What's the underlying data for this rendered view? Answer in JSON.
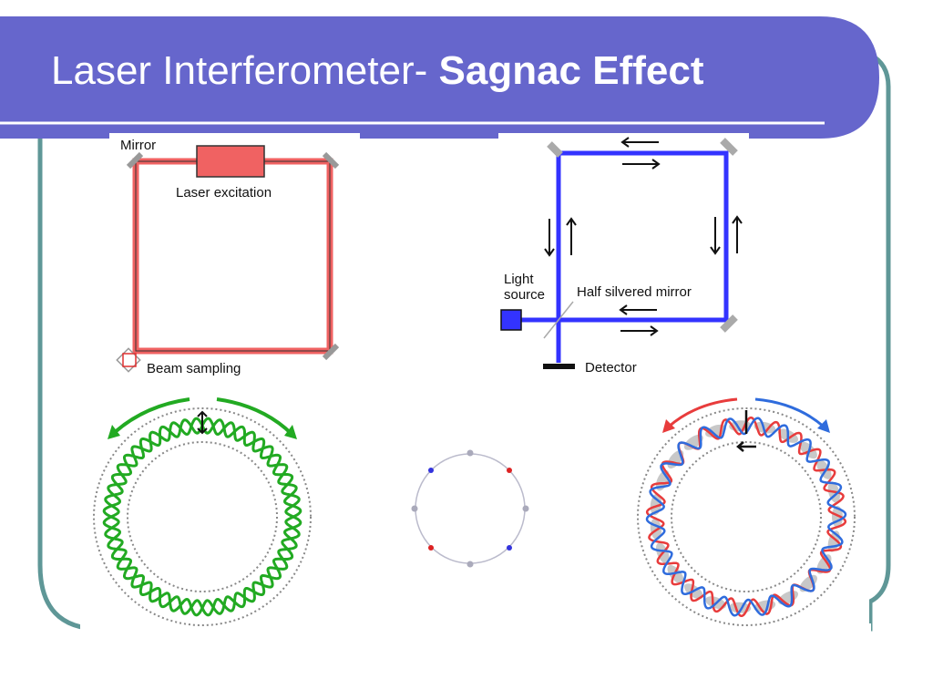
{
  "slide": {
    "title_regular": "Laser Interferometer- ",
    "title_bold": "Sagnac Effect"
  },
  "ring_laser": {
    "mirror_label": "Mirror",
    "laser_label": "Laser excitation",
    "sampling_label": "Beam sampling"
  },
  "fiber_sagnac": {
    "light_source_label": "Light source",
    "light_source_line1": "Light",
    "light_source_line2": "source",
    "mirror_label": "Half silvered mirror",
    "detector_label": "Detector"
  },
  "colors": {
    "title_bar": "#6666cc",
    "frame": "#5f9797",
    "laser_red": "#f06262",
    "beam_blue": "#3333ff",
    "wave_green": "#22aa22",
    "wave_red": "#e83c3c",
    "wave_blue": "#2f6cdd"
  }
}
